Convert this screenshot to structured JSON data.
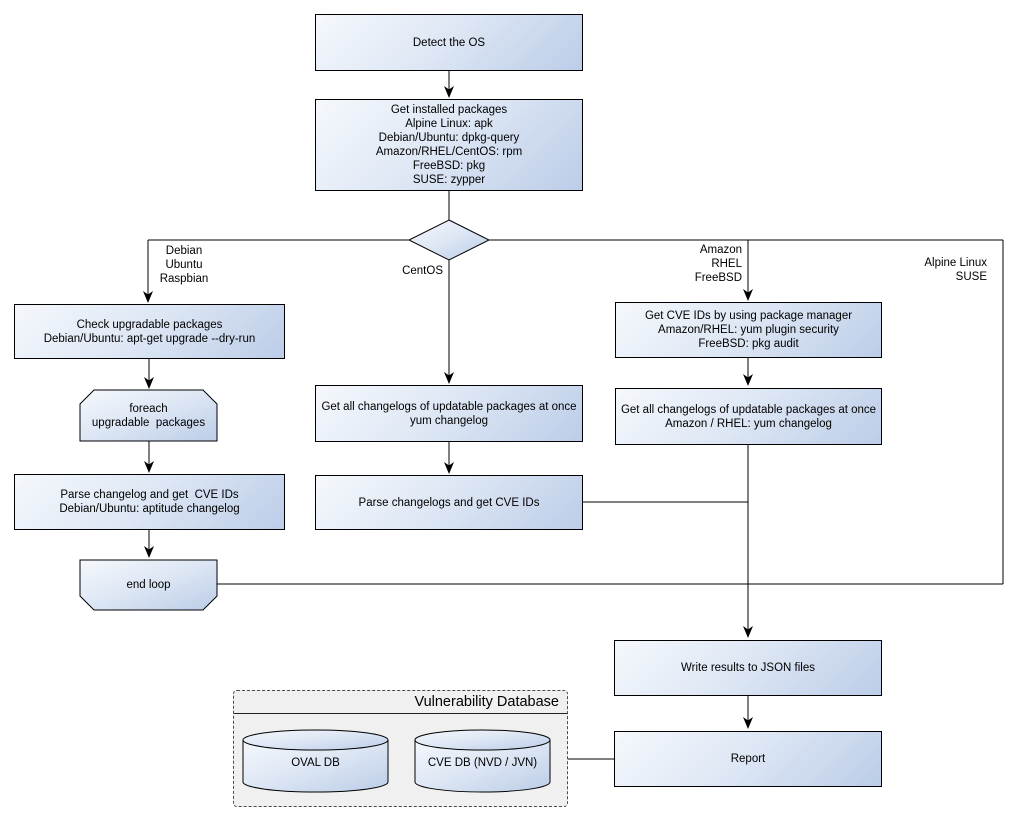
{
  "nodes": {
    "detect_os": {
      "label": "Detect the OS"
    },
    "get_installed": {
      "label": "Get installed packages\nAlpine Linux: apk\nDebian/Ubuntu: dpkg-query\nAmazon/RHEL/CentOS: rpm\nFreeBSD: pkg\nSUSE: zypper"
    },
    "check_upgradable": {
      "label": "Check upgradable packages\nDebian/Ubuntu: apt-get upgrade --dry-run"
    },
    "foreach_loop": {
      "label": "foreach\nupgradable  packages"
    },
    "parse_changelog_deb": {
      "label": "Parse changelog and get  CVE IDs\nDebian/Ubuntu: aptitude changelog"
    },
    "end_loop": {
      "label": "end loop"
    },
    "yum_changelog": {
      "label": "Get all changelogs of updatable packages at once\nyum changelog"
    },
    "parse_changelogs": {
      "label": "Parse changelogs and get CVE IDs"
    },
    "get_cve_ids": {
      "label": "Get CVE IDs by using package manager\nAmazon/RHEL: yum plugin security\nFreeBSD: pkg audit"
    },
    "changelogs_amazon": {
      "label": "Get all changelogs of updatable packages at once\nAmazon / RHEL: yum changelog"
    },
    "write_results": {
      "label": "Write results to JSON files"
    },
    "report": {
      "label": "Report"
    }
  },
  "branch_labels": {
    "debian": "Debian\nUbuntu\nRaspbian",
    "centos": "CentOS",
    "amazon": "Amazon\nRHEL\nFreeBSD",
    "alpine": "Alpine Linux\nSUSE"
  },
  "database_group": {
    "title": "Vulnerability Database",
    "oval_db": "OVAL DB",
    "cve_db": "CVE DB (NVD / JVN)"
  },
  "colors": {
    "node_gradient_start": "#f5f8fc",
    "node_gradient_end": "#bccde8",
    "node_border": "#000000",
    "connector": "#000000",
    "group_fill": "#f0f0f0",
    "group_border": "#4a4a4a",
    "text": "#000000"
  }
}
